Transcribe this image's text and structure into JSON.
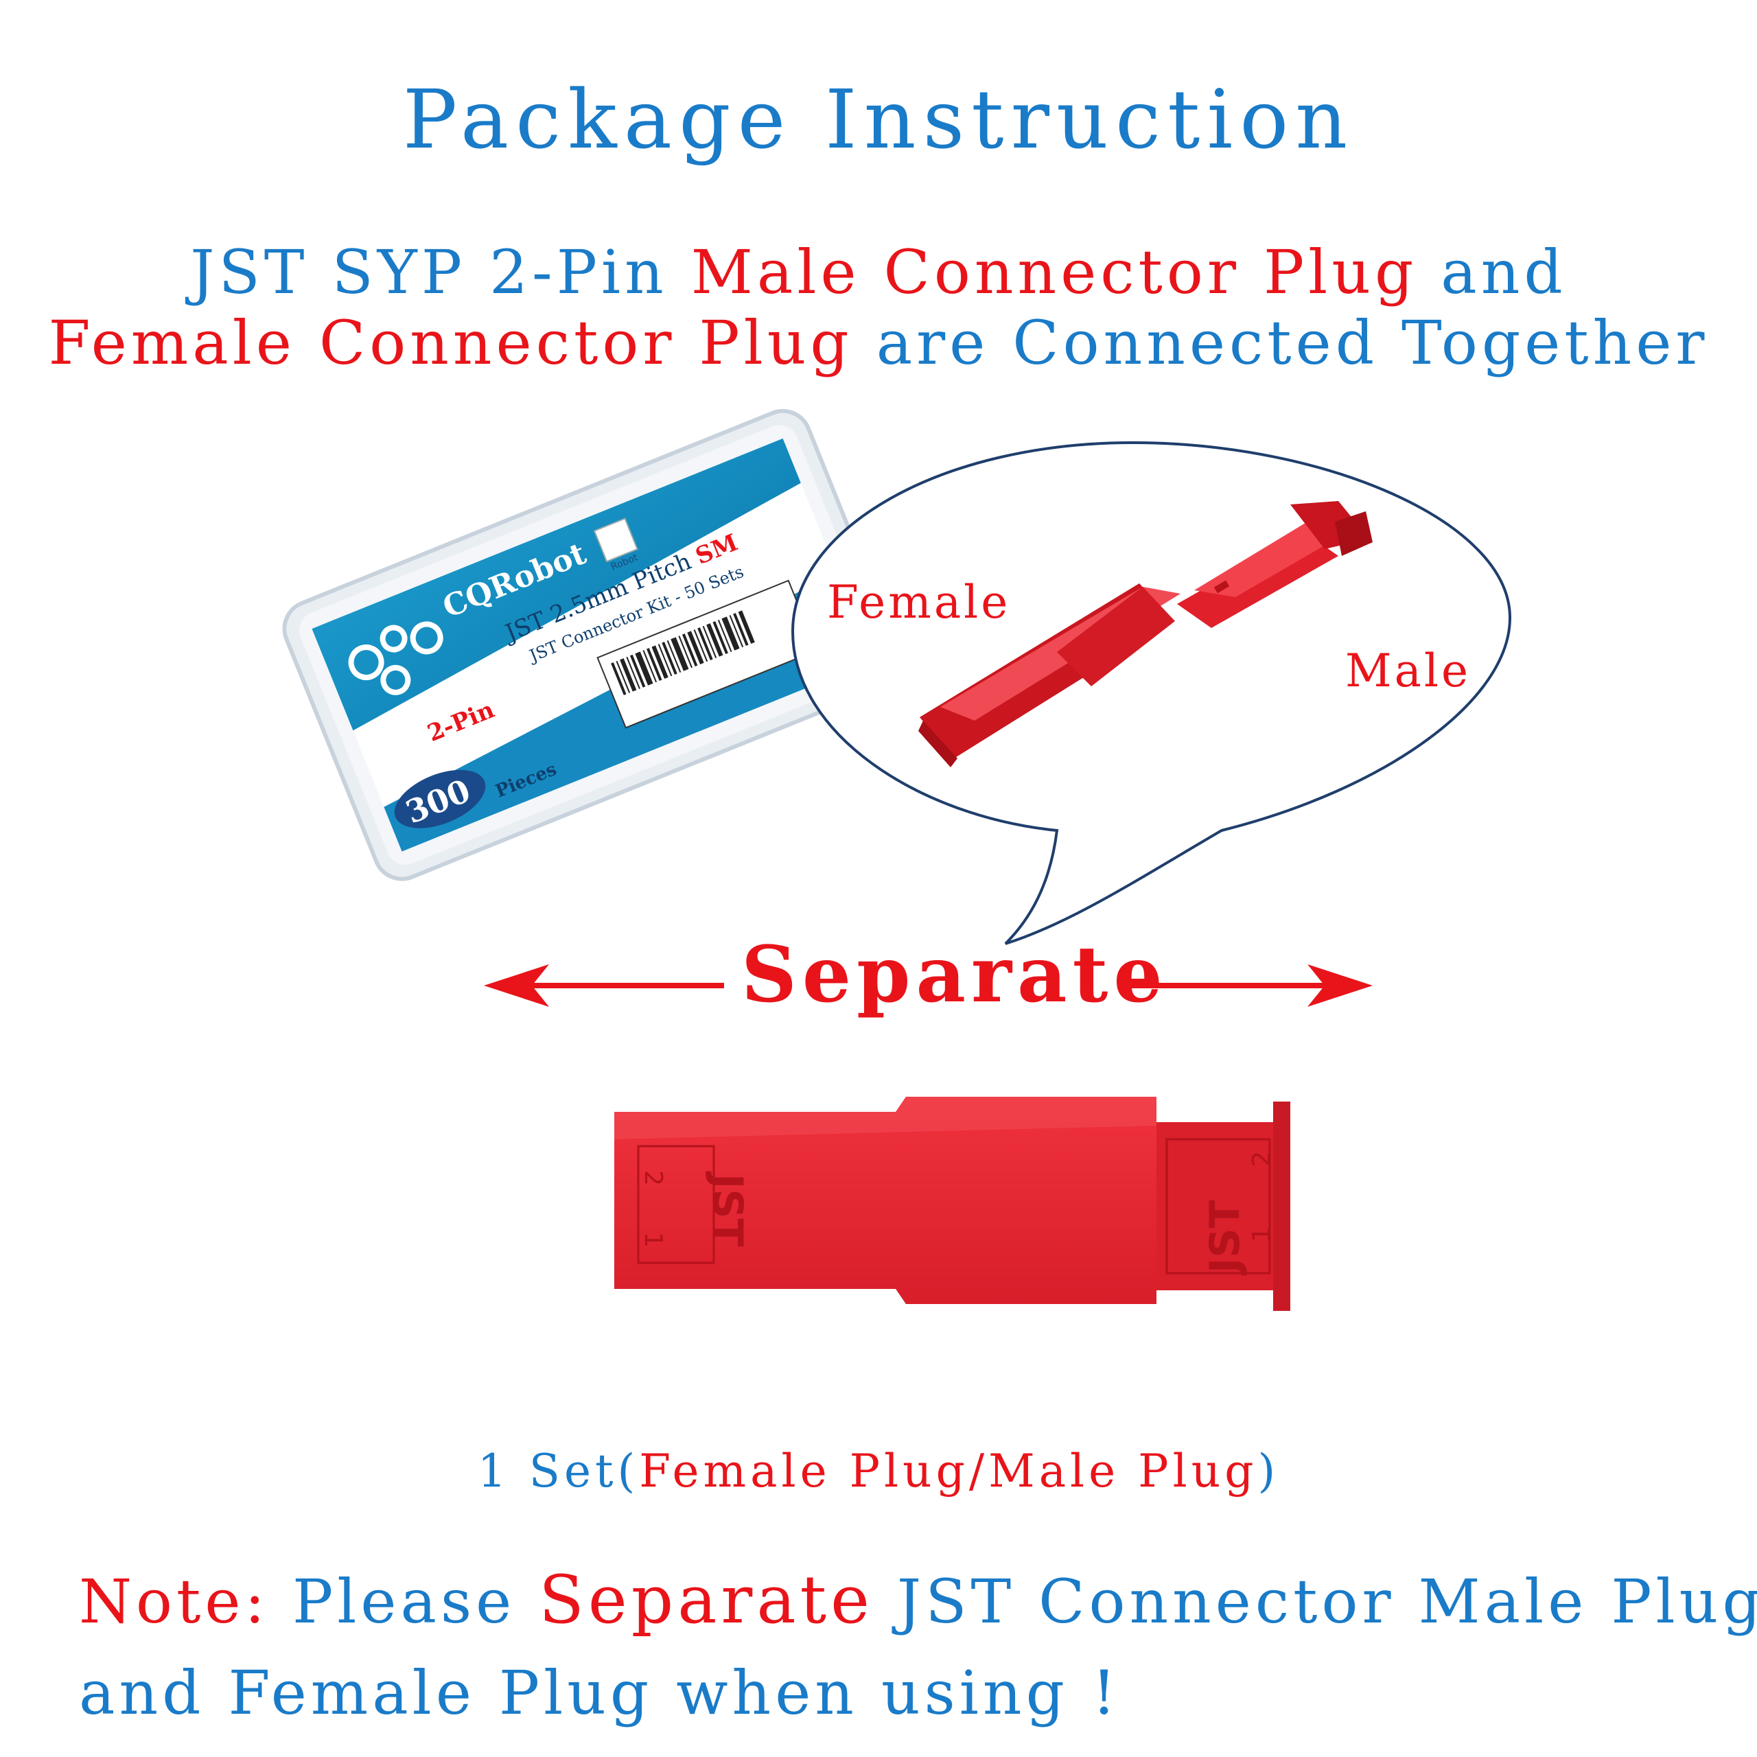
{
  "heading": {
    "title": "Package Instruction",
    "line1": [
      {
        "text": "JST SYP 2-Pin ",
        "color": "blue"
      },
      {
        "text": "Male Connector Plug",
        "color": "red"
      },
      {
        "text": " and",
        "color": "blue"
      }
    ],
    "line2": [
      {
        "text": "Female Connector Plug",
        "color": "red"
      },
      {
        "text": " are Connected Together",
        "color": "blue"
      }
    ]
  },
  "box": {
    "brand": "CQRobot",
    "small_logo": "Robot",
    "pitch": "JST 2.5mm Pitch ",
    "pitch_sm": "SM",
    "kit": "JST Connector Kit - 50 Sets",
    "pin": "2-Pin",
    "count": "300",
    "count_label": "Pieces"
  },
  "bubble": {
    "female": "Female",
    "male": "Male"
  },
  "separate": "Separate",
  "plug_marks": {
    "jst": "JST",
    "pin2": "2",
    "pin1": "1"
  },
  "caption": [
    {
      "text": "1 Set(",
      "color": "blue"
    },
    {
      "text": "Female Plug/Male Plug",
      "color": "red"
    },
    {
      "text": ")",
      "color": "blue"
    }
  ],
  "note": {
    "line1": [
      {
        "text": "Note: ",
        "color": "red"
      },
      {
        "text": "Please ",
        "color": "blue"
      },
      {
        "text": "Separate",
        "color": "red",
        "big": true
      },
      {
        "text": " JST Connector Male Plug",
        "color": "blue"
      }
    ],
    "line2": [
      {
        "text": "and Female Plug when using !",
        "color": "blue"
      }
    ]
  },
  "colors": {
    "blue": "#1a7bc8",
    "red": "#e8141a",
    "plug_red": "#e8232f",
    "bubble_stroke": "#1f3e6c"
  }
}
